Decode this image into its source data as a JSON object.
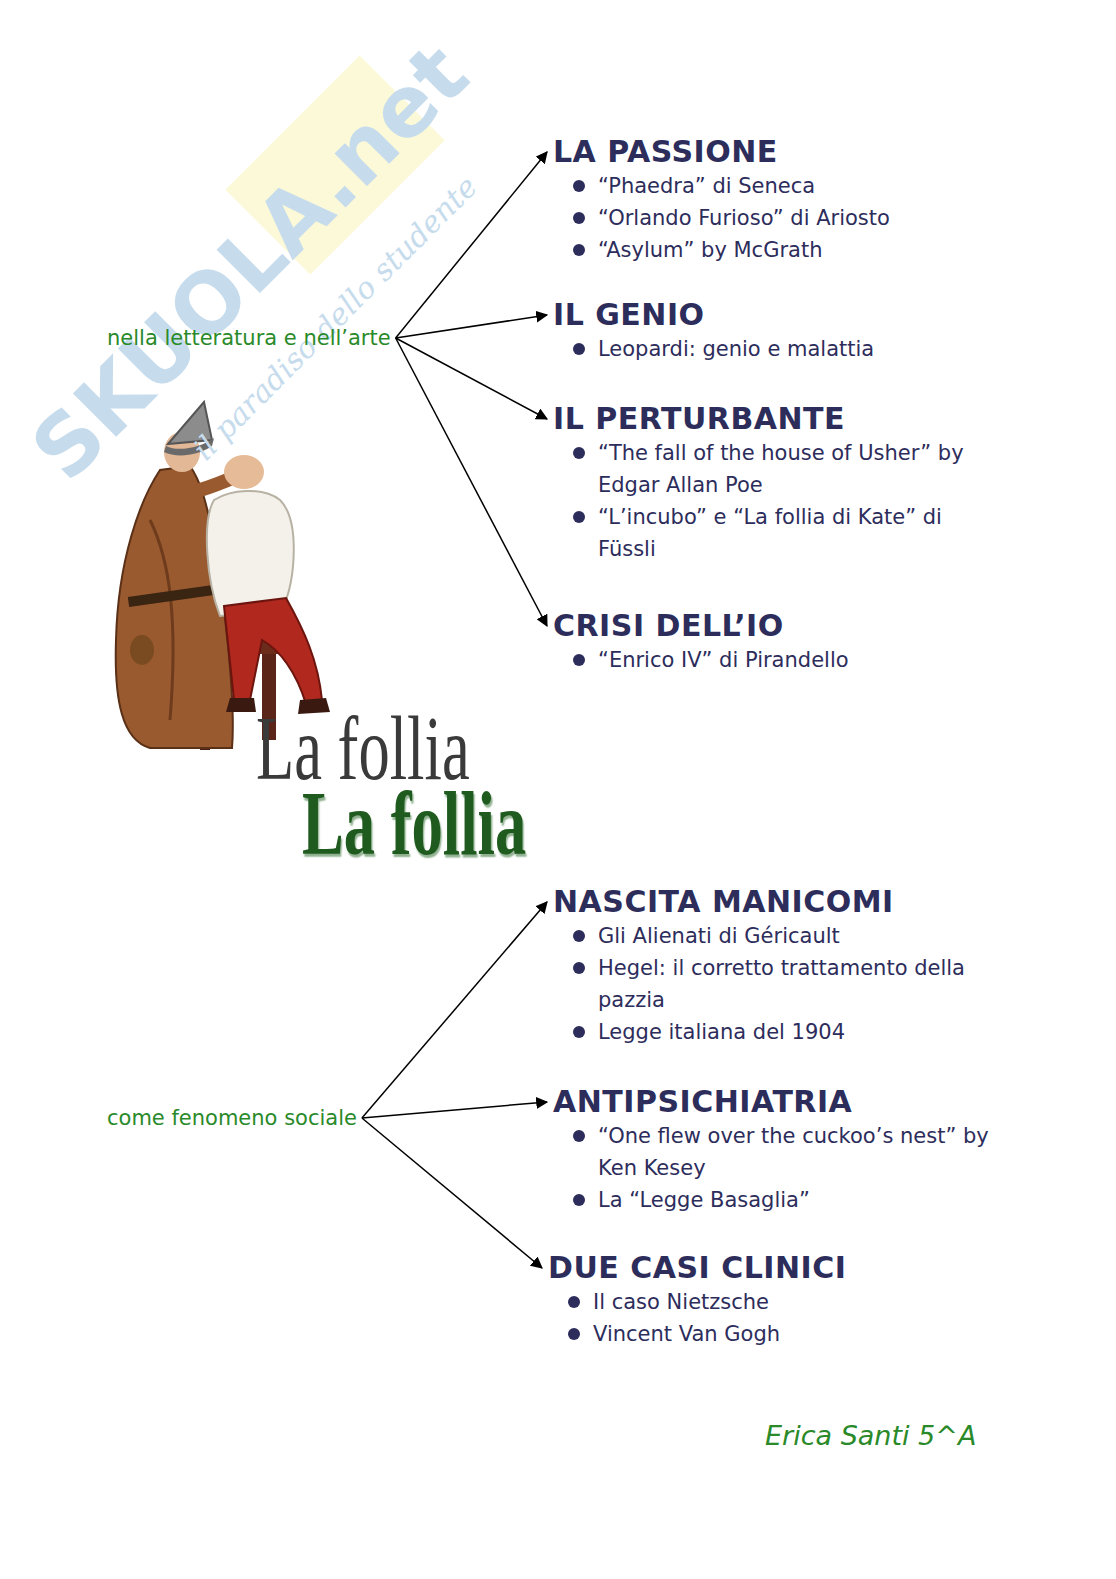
{
  "diagram": {
    "title": "La follia",
    "nodes": [
      {
        "text": [
          "nella letteratura e nell’arte"
        ]
      },
      {
        "text": [
          "LA PASSIONE",
          "“Phaedra” di Seneca",
          "“Orlando Furioso” di Ariosto",
          "“Asylum” by McGrath"
        ]
      },
      {
        "text": [
          "IL GENIO",
          "Leopardi: genio e malattia"
        ]
      },
      {
        "text": [
          "IL PERTURBANTE",
          "“The fall of the house of Usher” by Edgar Allan Poe",
          "“L’incubo” e “La follia di Kate” di Füssli"
        ]
      },
      {
        "text": [
          "CRISI DELL’IO",
          "“Enrico IV” di Pirandello"
        ]
      },
      {
        "text": [
          "come fenomeno sociale"
        ]
      },
      {
        "text": [
          "NASCITA MANICOMI",
          "Gli Alienati di Géricault",
          "Hegel: il corretto trattamento della pazzia",
          "Legge italiana del 1904"
        ]
      },
      {
        "text": [
          "ANTIPSICHIATRIA",
          "“One flew over the cuckoo’s nest” by Ken Kesey",
          "La “Legge Basaglia”"
        ]
      },
      {
        "text": [
          "DUE CASI CLINICI",
          "Il caso Nietzsche",
          "Vincent Van Gogh"
        ]
      }
    ],
    "edges": [
      {
        "from": 0,
        "to": 1,
        "arrow": "to"
      },
      {
        "from": 0,
        "to": 2,
        "arrow": "to"
      },
      {
        "from": 0,
        "to": 3,
        "arrow": "to"
      },
      {
        "from": 0,
        "to": 4,
        "arrow": "to"
      },
      {
        "from": 5,
        "to": 6,
        "arrow": "to"
      },
      {
        "from": 5,
        "to": 7,
        "arrow": "to"
      },
      {
        "from": 5,
        "to": 8,
        "arrow": "to"
      }
    ],
    "labels": [
      "La follia",
      "SKUOLA.net",
      "il paradiso dello studente",
      "Erica Santi 5^A"
    ]
  }
}
